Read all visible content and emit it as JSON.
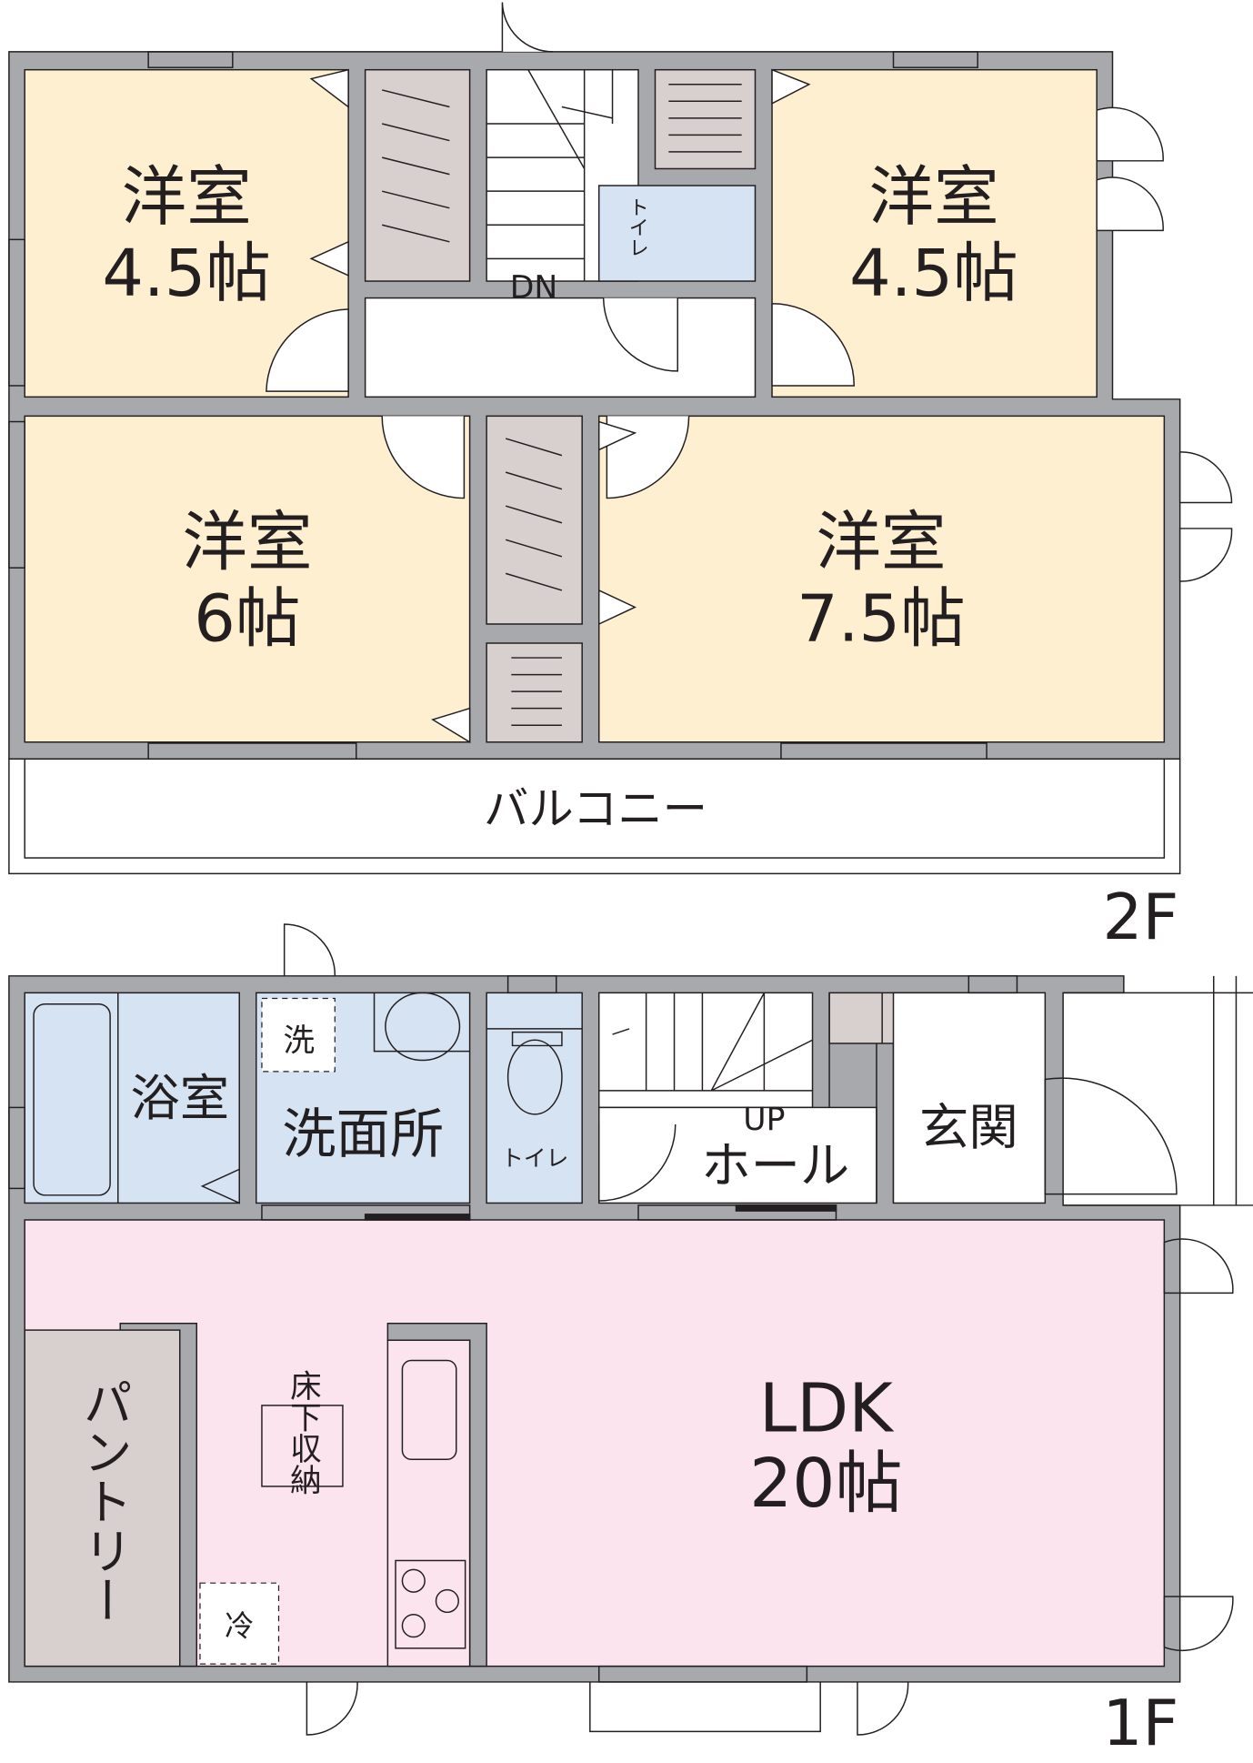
{
  "colors": {
    "wall": "#a7a9ac",
    "bedroom": "#fdefd0",
    "wet": "#d5e3f3",
    "ldk": "#fbe4ee",
    "storage": "#d8d0ce"
  },
  "floor2": {
    "label": "2F",
    "rooms": {
      "western_nw": {
        "name": "洋室",
        "size": "4.5帖"
      },
      "western_ne": {
        "name": "洋室",
        "size": "4.5帖"
      },
      "western_sw": {
        "name": "洋室",
        "size": "6帖"
      },
      "western_se": {
        "name": "洋室",
        "size": "7.5帖"
      },
      "toilet": "トイレ",
      "stairs": "DN",
      "balcony": "バルコニー"
    }
  },
  "floor1": {
    "label": "1F",
    "rooms": {
      "bath": "浴室",
      "washroom": "洗面所",
      "washer": "洗",
      "toilet": "トイレ",
      "stairs": "UP",
      "hall": "ホール",
      "entrance": "玄関",
      "ldk": {
        "name": "LDK",
        "size": "20帖"
      },
      "pantry": "パントリー",
      "underfloor": "床下収納",
      "fridge": "冷"
    }
  }
}
